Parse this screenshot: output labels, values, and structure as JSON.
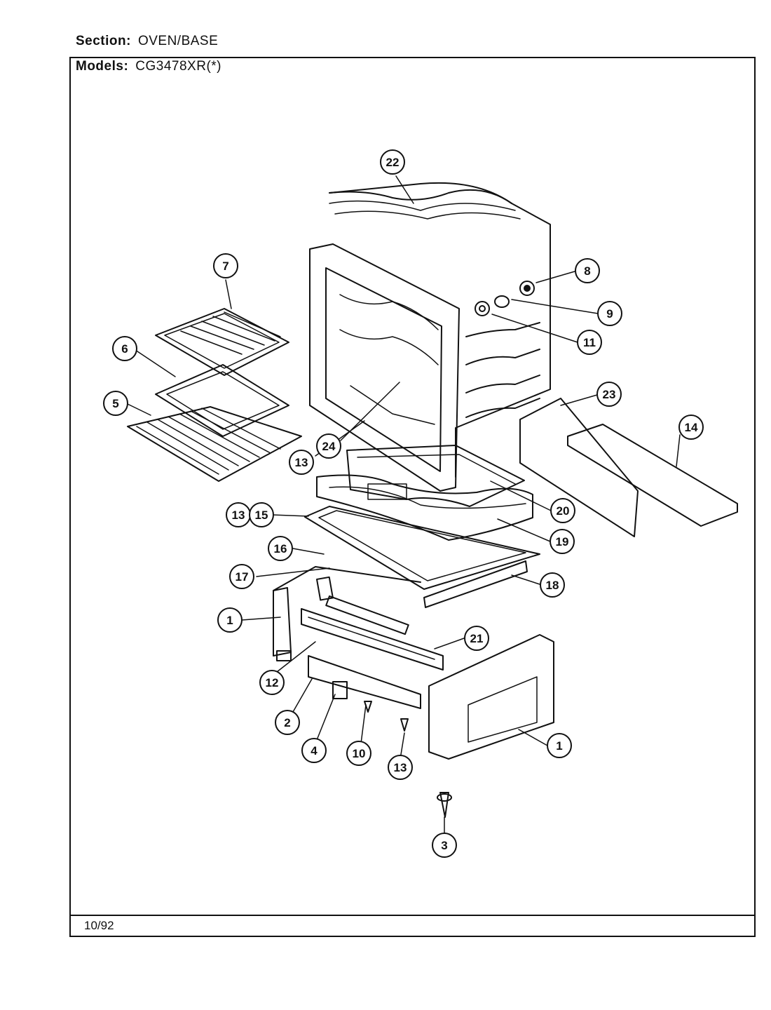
{
  "header": {
    "section_label": "Section:",
    "section_value": "OVEN/BASE",
    "models_label": "Models:",
    "models_value": "CG3478XR(*)"
  },
  "footer": {
    "date": "10/92"
  },
  "callouts": [
    {
      "id": "c22",
      "label": "22"
    },
    {
      "id": "c7",
      "label": "7"
    },
    {
      "id": "c8",
      "label": "8"
    },
    {
      "id": "c6",
      "label": "6"
    },
    {
      "id": "c9",
      "label": "9"
    },
    {
      "id": "c11",
      "label": "11"
    },
    {
      "id": "c5",
      "label": "5"
    },
    {
      "id": "c23",
      "label": "23"
    },
    {
      "id": "c14",
      "label": "14"
    },
    {
      "id": "c13a",
      "label": "13"
    },
    {
      "id": "c24",
      "label": "24"
    },
    {
      "id": "c20",
      "label": "20"
    },
    {
      "id": "c13b",
      "label": "13"
    },
    {
      "id": "c15",
      "label": "15"
    },
    {
      "id": "c19",
      "label": "19"
    },
    {
      "id": "c16",
      "label": "16"
    },
    {
      "id": "c17",
      "label": "17"
    },
    {
      "id": "c18",
      "label": "18"
    },
    {
      "id": "c1a",
      "label": "1"
    },
    {
      "id": "c21",
      "label": "21"
    },
    {
      "id": "c12",
      "label": "12"
    },
    {
      "id": "c2",
      "label": "2"
    },
    {
      "id": "c1b",
      "label": "1"
    },
    {
      "id": "c4",
      "label": "4"
    },
    {
      "id": "c10",
      "label": "10"
    },
    {
      "id": "c13c",
      "label": "13"
    },
    {
      "id": "c3",
      "label": "3"
    }
  ]
}
